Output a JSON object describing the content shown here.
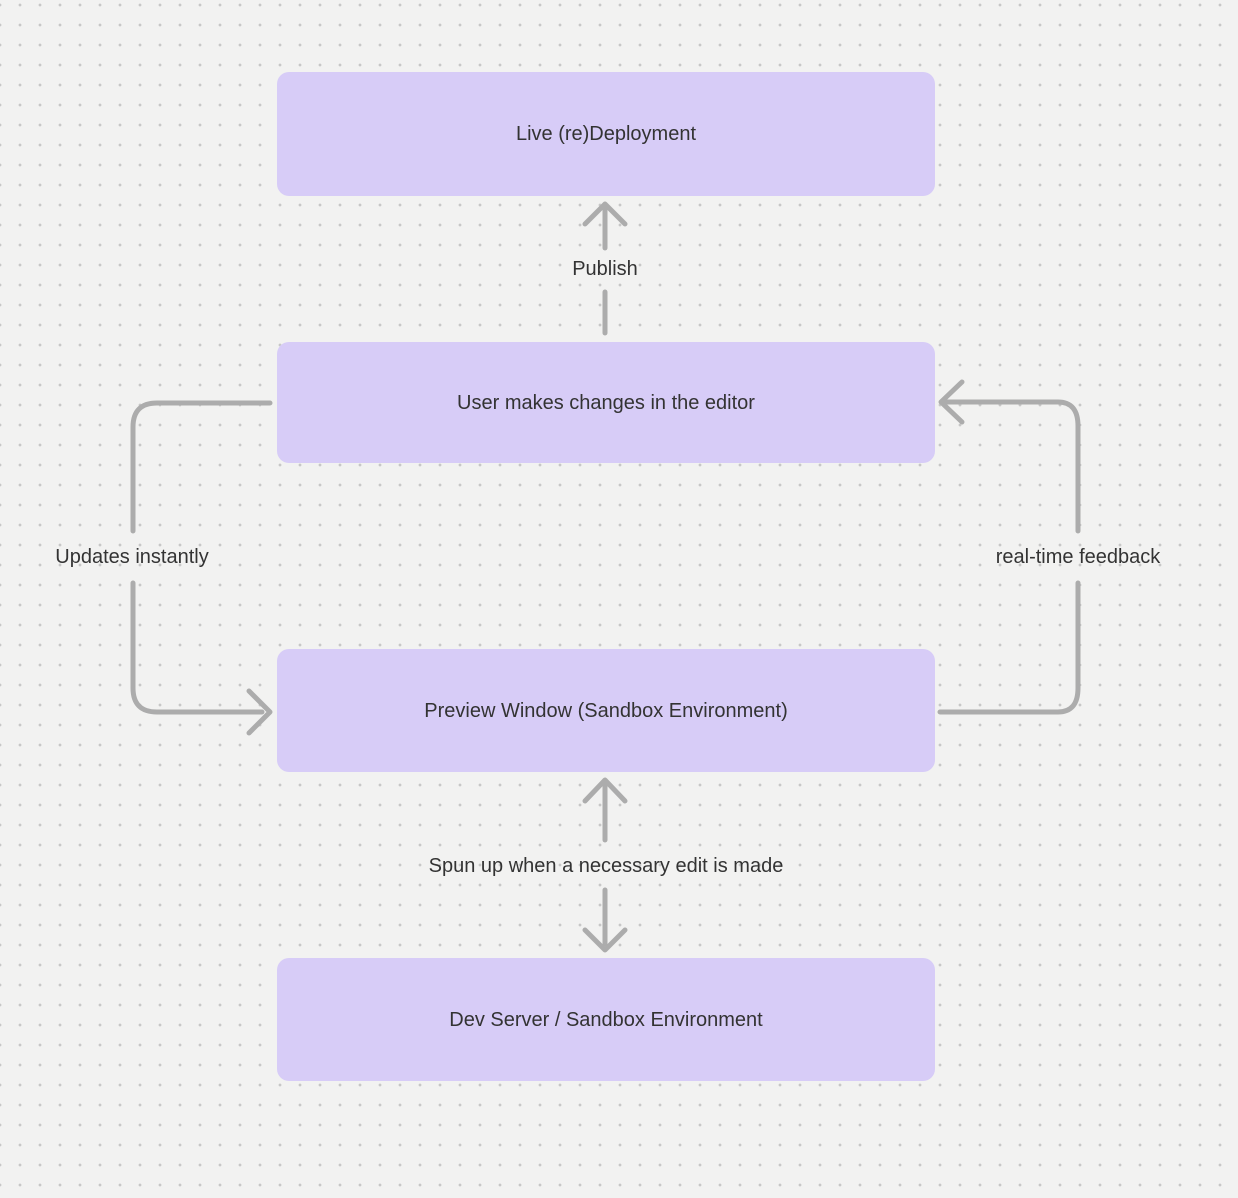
{
  "diagram": {
    "nodes": [
      {
        "id": "live-redeployment",
        "label": "Live (re)Deployment"
      },
      {
        "id": "user-editor",
        "label": "User makes changes in the editor"
      },
      {
        "id": "preview-window",
        "label": "Preview Window (Sandbox Environment)"
      },
      {
        "id": "dev-server",
        "label": "Dev Server / Sandbox Environment"
      }
    ],
    "edge_labels": {
      "publish": "Publish",
      "updates_instantly": "Updates instantly",
      "realtime_feedback": "real-time feedback",
      "spun_up": "Spun up when a necessary edit is made"
    },
    "edges": [
      {
        "from": "user-editor",
        "to": "live-redeployment",
        "label": "Publish"
      },
      {
        "from": "user-editor",
        "to": "preview-window",
        "label": "Updates instantly"
      },
      {
        "from": "preview-window",
        "to": "user-editor",
        "label": "real-time feedback"
      },
      {
        "from": "preview-window",
        "to": "dev-server",
        "label": "Spun up when a necessary edit is made",
        "bidirectional": true
      }
    ],
    "colors": {
      "background": "#f2f2f1",
      "grid_dot": "#c7c7c7",
      "node_fill": "#d7ccf7",
      "arrow": "#acacac",
      "text": "#333333"
    }
  }
}
